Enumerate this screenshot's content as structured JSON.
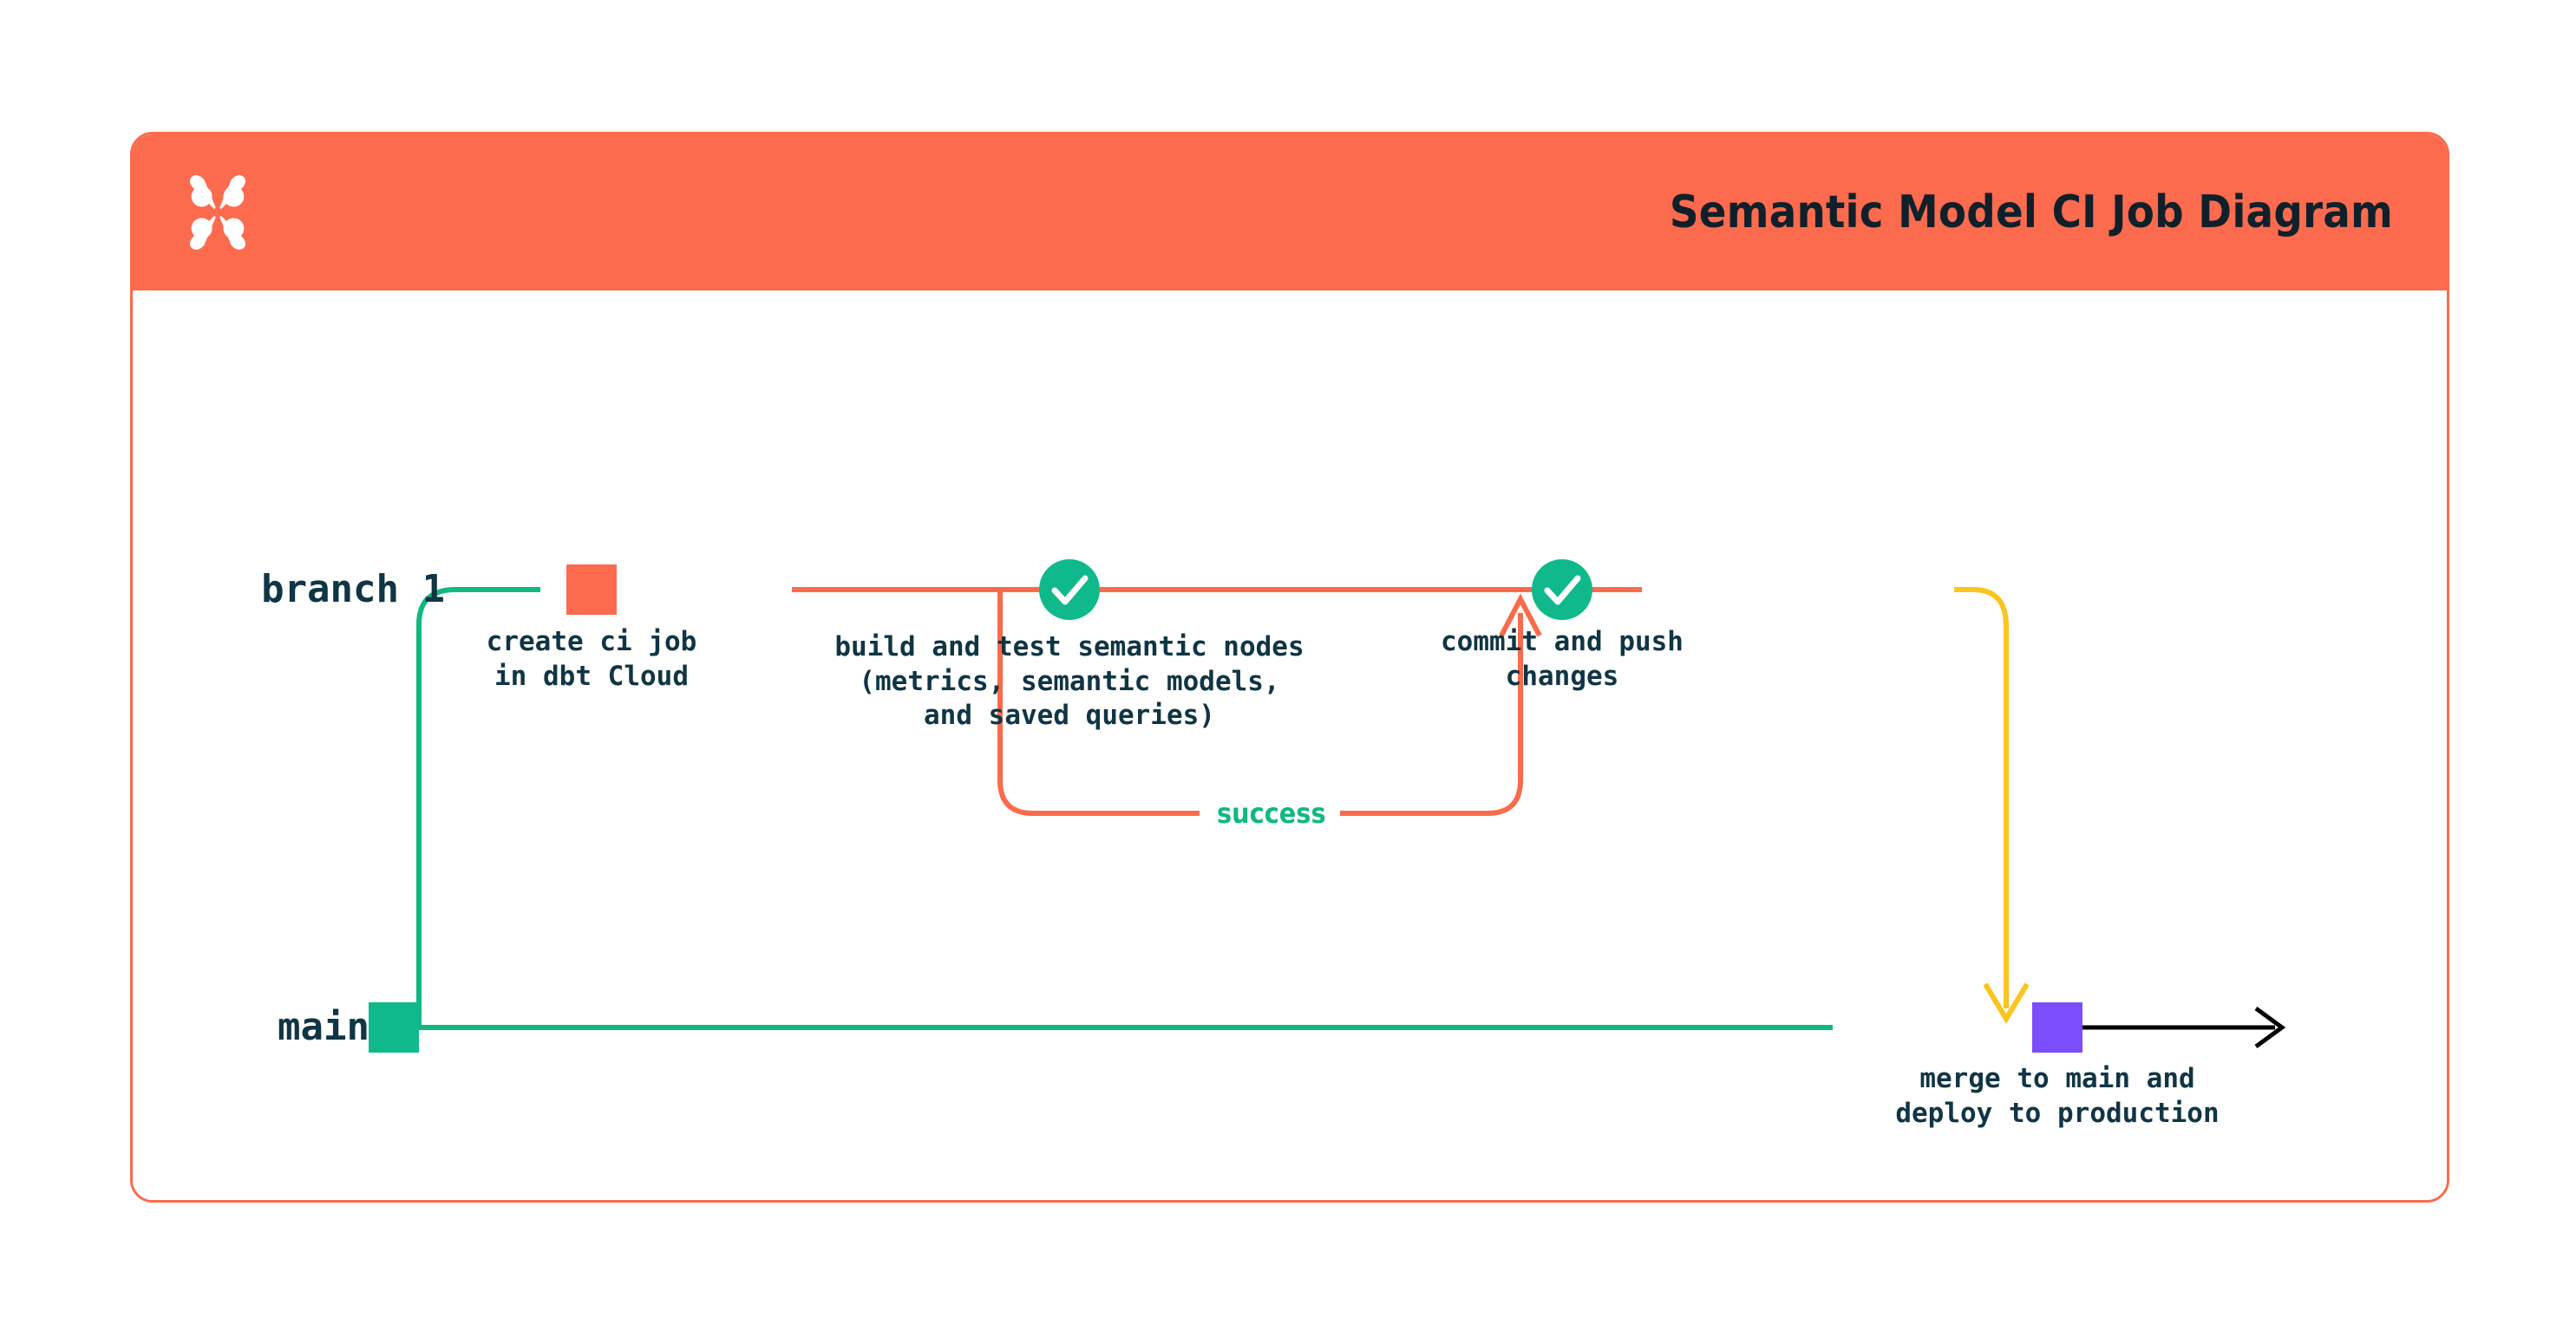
{
  "header": {
    "title": "Semantic Model CI Job Diagram",
    "logo_icon": "dbt-logo-icon",
    "background_color": "#FC6B4D",
    "title_color": "#10202b"
  },
  "card": {
    "border_color": "#FB6B4B",
    "background_color": "#FFFFFF"
  },
  "colors": {
    "orange": "#FB6B4B",
    "green": "#10B981",
    "teal": "#0FB98C",
    "yellow": "#FBC41E",
    "purple": "#7B4DFC",
    "black": "#000000",
    "text_navy": "#103544"
  },
  "branches": [
    {
      "name": "branch 1",
      "lane": "top",
      "line_color": "#FB6B4B"
    },
    {
      "name": "main",
      "lane": "bottom",
      "line_color": "#10B981"
    }
  ],
  "nodes": [
    {
      "id": "create-ci-job",
      "shape": "square",
      "color": "#FC6B4D",
      "lane": "branch 1",
      "label": "create ci job\nin dbt Cloud"
    },
    {
      "id": "build-and-test",
      "shape": "check-circle",
      "color": "#0FB98C",
      "icon": "check-icon",
      "lane": "branch 1",
      "label": "build and test semantic nodes\n(metrics, semantic models,\nand saved queries)"
    },
    {
      "id": "commit-and-push",
      "shape": "check-circle",
      "color": "#0FB98C",
      "icon": "check-icon",
      "lane": "branch 1",
      "label": "commit and push\nchanges"
    },
    {
      "id": "merge-to-main",
      "shape": "square",
      "color": "#7B4DFC",
      "lane": "main",
      "label": "merge to main and\ndeploy to production"
    }
  ],
  "edges": [
    {
      "id": "success-loop",
      "label": "success",
      "label_color": "#10B981",
      "line_color": "#FB6B4B",
      "arrow": "up"
    },
    {
      "id": "merge-arrow",
      "line_color": "#FBC41E",
      "arrow": "down"
    },
    {
      "id": "main-continues",
      "line_color": "#000000",
      "arrow": "right"
    }
  ]
}
